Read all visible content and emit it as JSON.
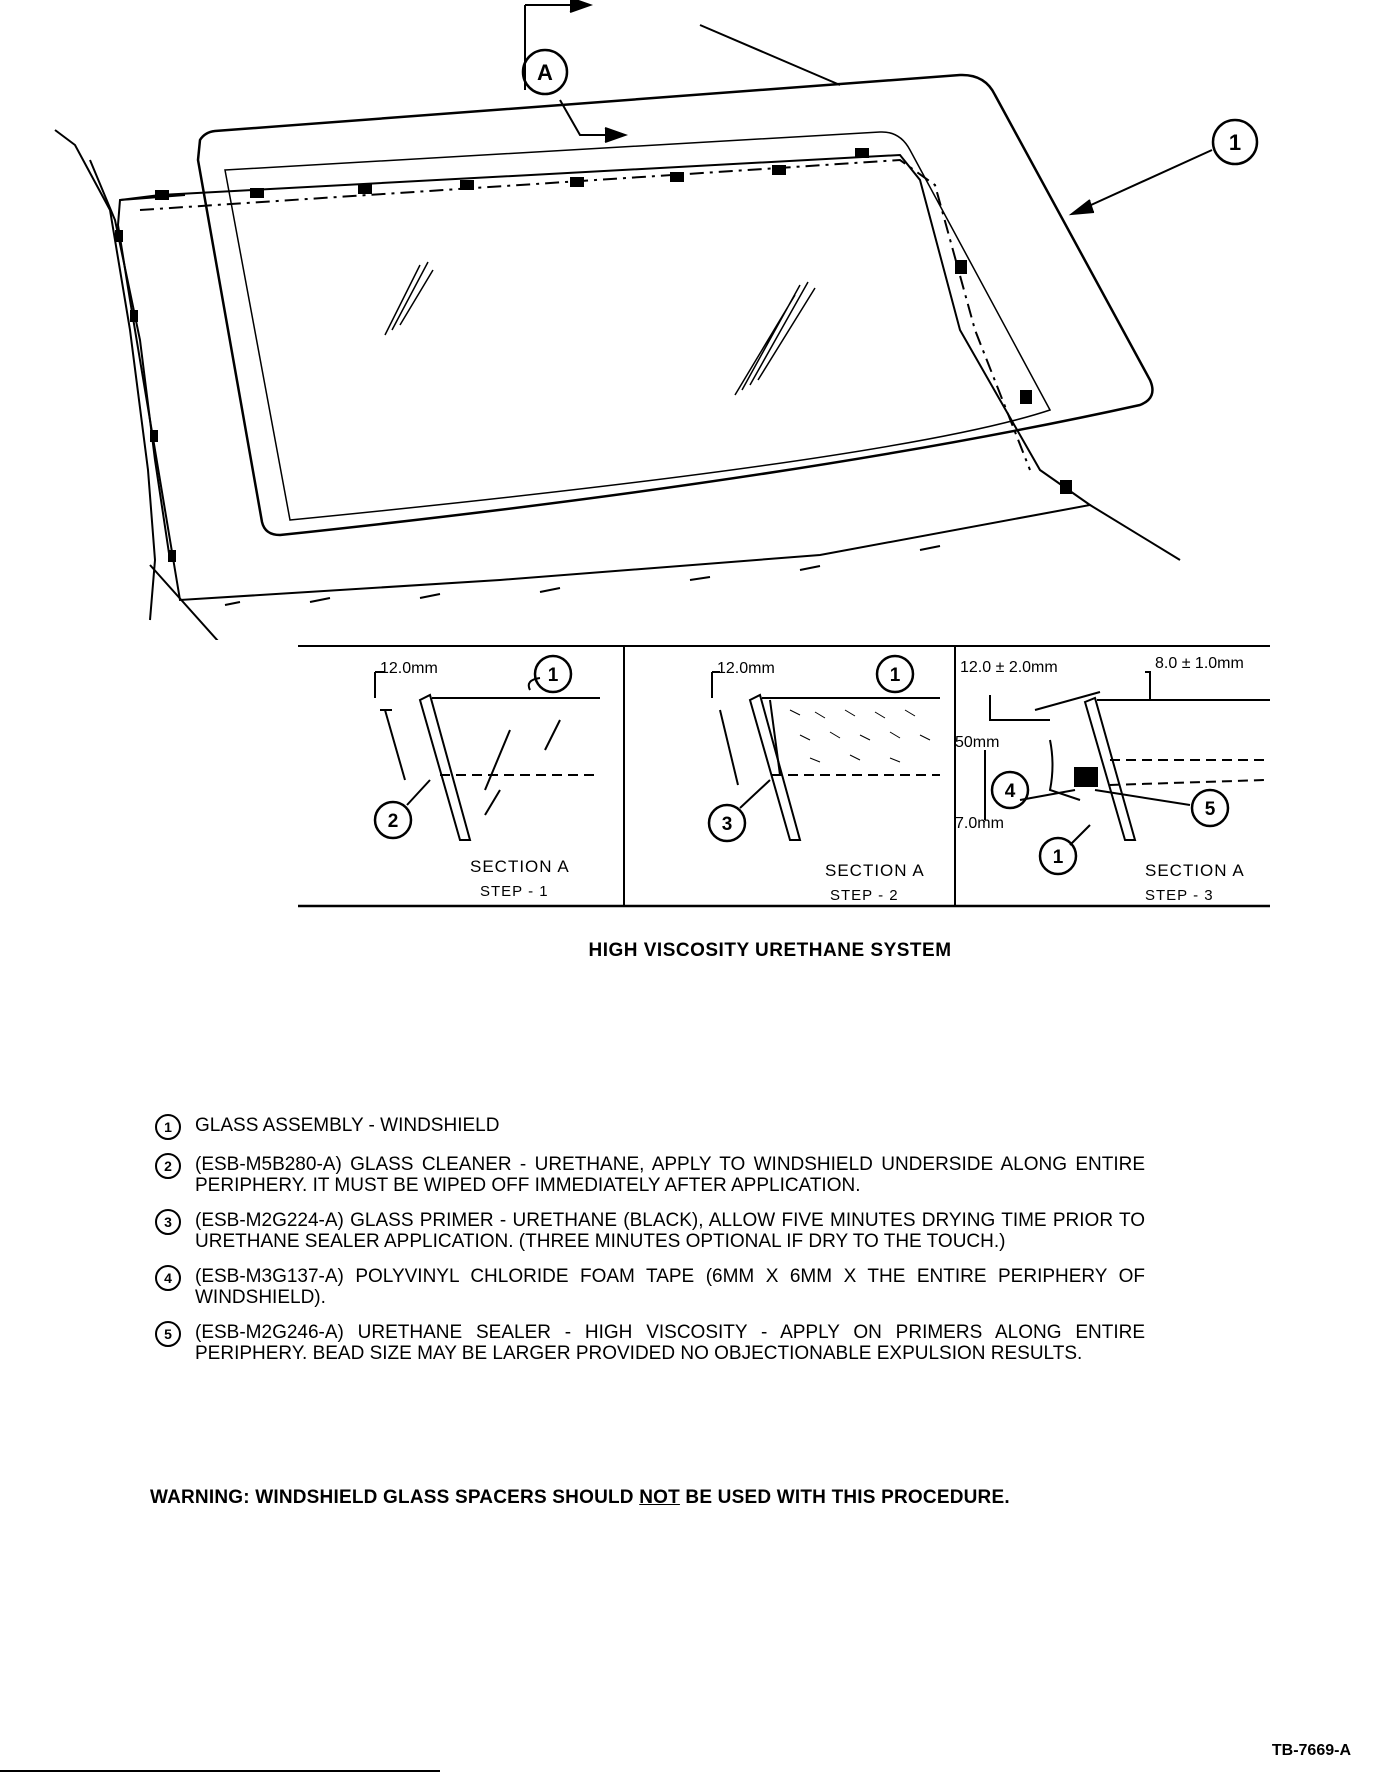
{
  "callouts": {
    "section": "A",
    "glass": "1"
  },
  "sections": [
    {
      "panel": "SECTION A",
      "step": "STEP - 1",
      "dimension": "12.0mm",
      "callouts": [
        "1",
        "2"
      ]
    },
    {
      "panel": "SECTION A",
      "step": "STEP - 2",
      "dimension": "12.0mm",
      "callouts": [
        "1",
        "3"
      ]
    },
    {
      "panel": "SECTION A",
      "step": "STEP - 3",
      "dimensions": [
        "12.0 ± 2.0mm",
        "8.0 ± 1.0mm",
        "50mm",
        "7.0mm"
      ],
      "callouts": [
        "4",
        "5",
        "1"
      ]
    }
  ],
  "caption": "HIGH VISCOSITY URETHANE SYSTEM",
  "legend": [
    {
      "num": "1",
      "text": "GLASS ASSEMBLY - WINDSHIELD"
    },
    {
      "num": "2",
      "text": "(ESB-M5B280-A) GLASS CLEANER - URETHANE, APPLY TO WINDSHIELD UNDERSIDE ALONG ENTIRE PERIPHERY. IT MUST BE WIPED OFF IMMEDIATELY AFTER APPLICATION."
    },
    {
      "num": "3",
      "text": "(ESB-M2G224-A) GLASS PRIMER - URETHANE (BLACK), ALLOW FIVE MINUTES DRYING TIME PRIOR TO URETHANE SEALER APPLICATION. (THREE MINUTES OPTIONAL IF DRY TO THE TOUCH.)"
    },
    {
      "num": "4",
      "text": "(ESB-M3G137-A) POLYVINYL CHLORIDE FOAM TAPE (6mm x 6mm x THE ENTIRE PERIPHERY OF WINDSHIELD)."
    },
    {
      "num": "5",
      "text": "(ESB-M2G246-A) URETHANE SEALER - HIGH VISCOSITY - APPLY ON PRIMERS ALONG ENTIRE PERIPHERY. BEAD SIZE MAY BE LARGER PROVIDED NO OBJECTIONABLE EXPULSION RESULTS."
    }
  ],
  "warning": {
    "prefix": "WARNING: WINDSHIELD GLASS SPACERS SHOULD",
    "emphasis": "NOT",
    "suffix": "BE USED WITH THIS PROCEDURE."
  },
  "reference": "TB-7669-A"
}
